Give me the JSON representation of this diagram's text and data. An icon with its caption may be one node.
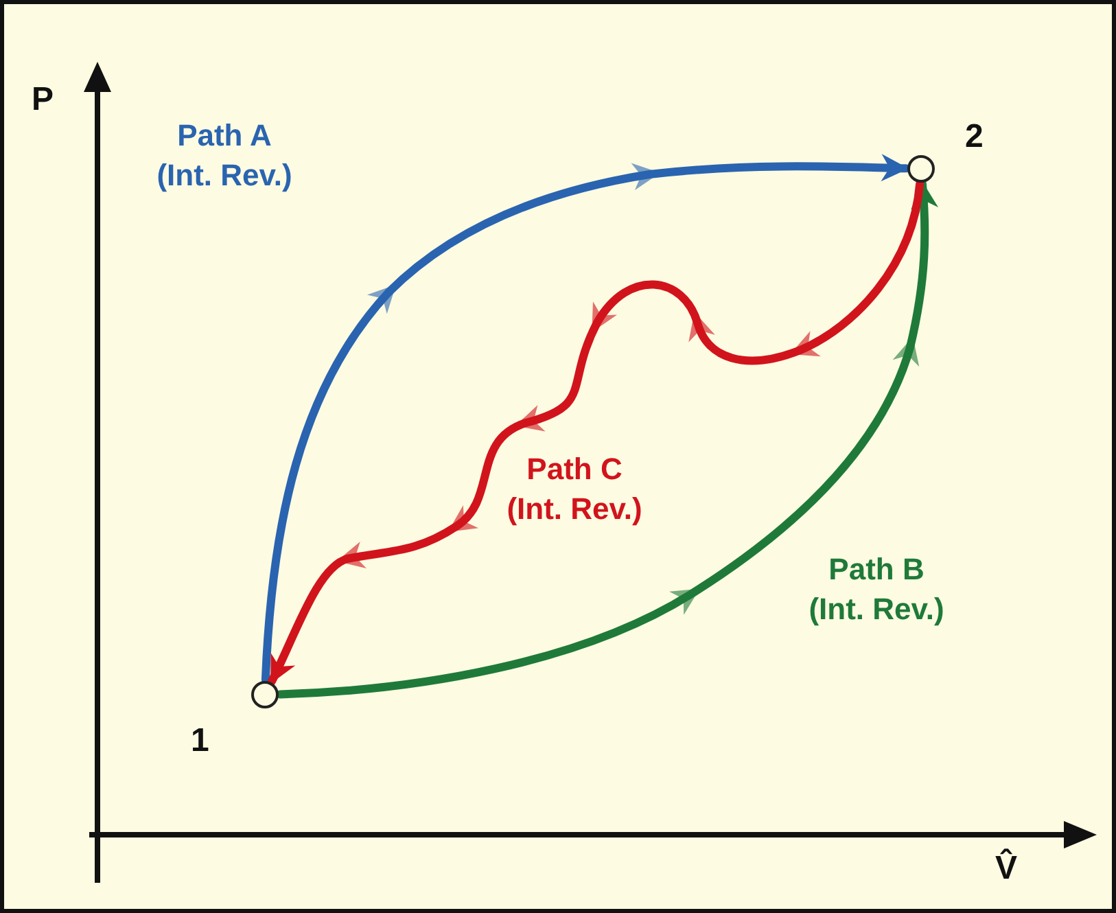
{
  "diagram": {
    "nodes": [
      {
        "text": [],
        "shape": "circle",
        "beside": [
          "1"
        ]
      },
      {
        "text": [],
        "shape": "circle",
        "beside": [
          "2"
        ]
      }
    ],
    "edges": [
      {
        "from": 0,
        "to": 1,
        "arrow": "to",
        "label": "Path A (Int. Rev.)",
        "color": "#2a64b0"
      },
      {
        "from": 0,
        "to": 1,
        "arrow": "to",
        "label": "Path B (Int. Rev.)",
        "color": "#1f7a3a"
      },
      {
        "from": 1,
        "to": 0,
        "arrow": "to",
        "label": "Path C (Int. Rev.)",
        "color": "#d1141c"
      }
    ],
    "labels": [
      "P",
      "V̂"
    ]
  }
}
